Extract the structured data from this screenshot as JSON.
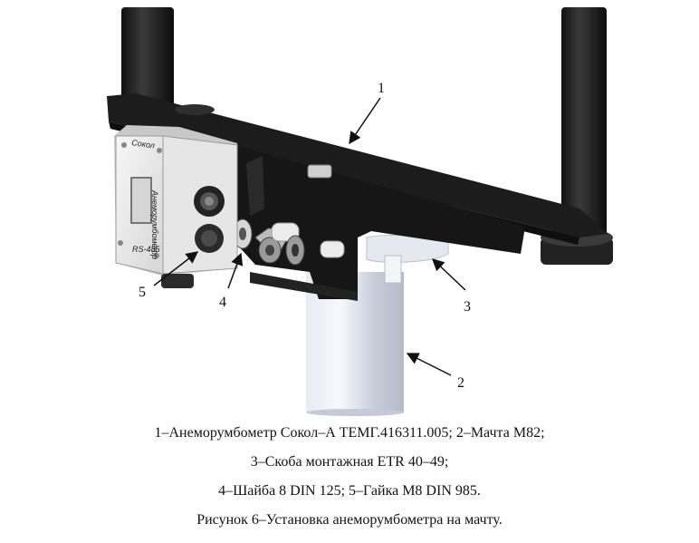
{
  "figure": {
    "callouts": [
      "1",
      "2",
      "3",
      "4",
      "5"
    ],
    "device_brand": "Сокол",
    "device_label": "Анеморумбометр",
    "device_model": "RS-485",
    "colors": {
      "mast": "#1e1e1e",
      "bracket": "#1a1a1a",
      "box": "#ececec",
      "pipe": "#dfe2ec",
      "hardware": "#cfcfcf"
    }
  },
  "caption": {
    "lines": [
      "1–Анеморумбометр Сокол–А ТЕМГ.416311.005; 2–Мачта М82;",
      "3–Скоба монтажная ETR 40–49;",
      "4–Шайба 8 DIN 125; 5–Гайка М8 DIN 985.",
      "Рисунок 6–Установка анеморумбометра на мачту."
    ]
  }
}
